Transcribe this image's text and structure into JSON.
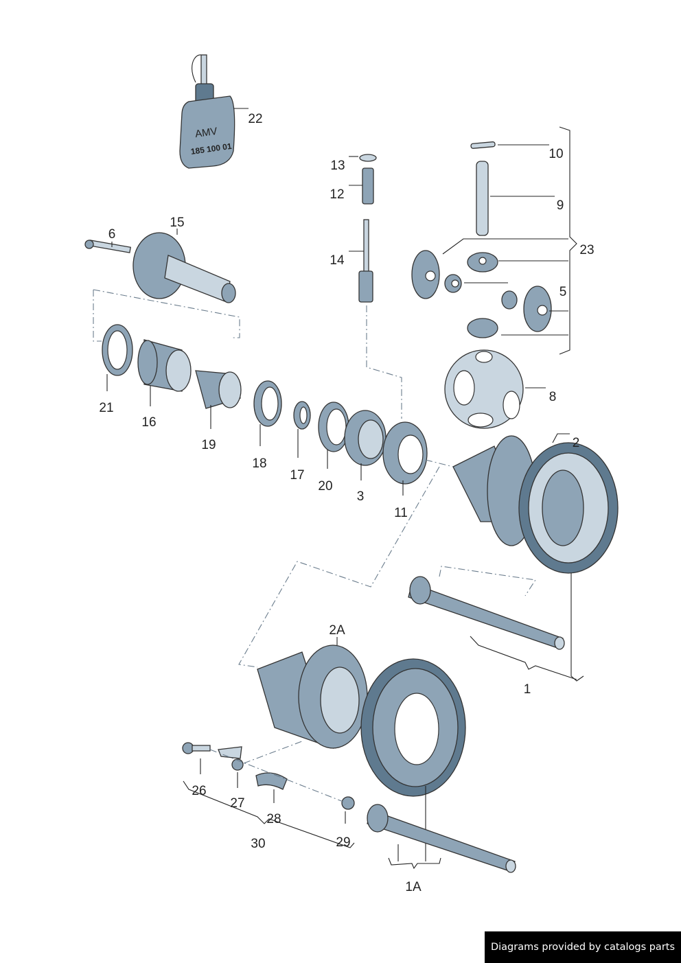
{
  "callouts": {
    "c22": "22",
    "c13": "13",
    "c12": "12",
    "c10": "10",
    "c9": "9",
    "c14": "14",
    "c6": "6",
    "c15": "15",
    "c23": "23",
    "c5": "5",
    "c21": "21",
    "c16": "16",
    "c19": "19",
    "c18": "18",
    "c17": "17",
    "c20": "20",
    "c3": "3",
    "c11": "11",
    "c8": "8",
    "c2": "2",
    "c2A": "2A",
    "c1": "1",
    "c26": "26",
    "c27": "27",
    "c28": "28",
    "c29": "29",
    "c30": "30",
    "c1A": "1A"
  },
  "bottle_label": {
    "line1": "AMV",
    "line2": "185 100 01"
  },
  "footer": "Diagrams provided by catalogs parts",
  "colors": {
    "part": "#8ea4b6",
    "part_light": "#c9d6e0",
    "part_dark": "#5f7a8f",
    "footer_bg": "#000000"
  }
}
